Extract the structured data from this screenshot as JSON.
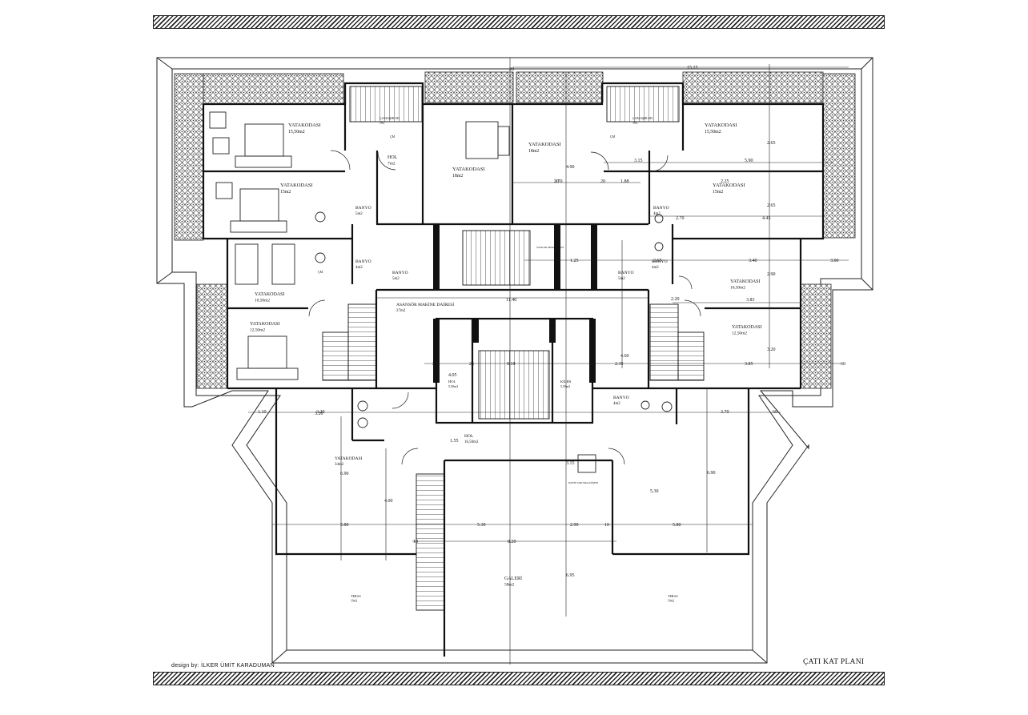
{
  "drawing": {
    "credit_prefix": "design by:",
    "credit_name": "İLKER ÜMİT KARADUMAN",
    "title": "ÇATI KAT PLANI"
  },
  "rooms": [
    {
      "id": "bed-nw1",
      "name": "YATAKODASI",
      "area": "15,50m2"
    },
    {
      "id": "bed-nw2",
      "name": "YATAKODASI",
      "area": "15m2"
    },
    {
      "id": "camasir-w",
      "name": "ÇAMAŞIR OD.",
      "area": "3m2"
    },
    {
      "id": "hol-n",
      "name": "HOL",
      "area": "7m2"
    },
    {
      "id": "bed-n1",
      "name": "YATAKODASI",
      "area": "18m2"
    },
    {
      "id": "bed-n2",
      "name": "YATAKODASI",
      "area": "18m2"
    },
    {
      "id": "camasir-e",
      "name": "ÇAMAŞIR OD.",
      "area": "3m2"
    },
    {
      "id": "bed-ne1",
      "name": "YATAKODASI",
      "area": "15,50m2"
    },
    {
      "id": "bed-ne2",
      "name": "YATAKODASI",
      "area": "15m2"
    },
    {
      "id": "banyo-w1",
      "name": "BANYO",
      "area": "5m2"
    },
    {
      "id": "banyo-w2",
      "name": "BANYO",
      "area": "4m2"
    },
    {
      "id": "banyo-c1",
      "name": "BANYO",
      "area": "5m2"
    },
    {
      "id": "yangin",
      "name": "YANGIN MERDİVENİ",
      "area": ""
    },
    {
      "id": "banyo-c2",
      "name": "BANYO",
      "area": "5m2"
    },
    {
      "id": "banyo-e1",
      "name": "BANYO",
      "area": "4m2"
    },
    {
      "id": "banyo-e2",
      "name": "BANYO",
      "area": "4m2"
    },
    {
      "id": "bed-w1",
      "name": "YATAKODASI",
      "area": "10,50m2"
    },
    {
      "id": "asansor",
      "name": "ASANSÖR MAKİNE DAİRESİ",
      "area": "27m2"
    },
    {
      "id": "bed-e1",
      "name": "YATAKODASI",
      "area": "16,50m2"
    },
    {
      "id": "bed-w2",
      "name": "YATAKODASI",
      "area": "12,50m2"
    },
    {
      "id": "bed-e2",
      "name": "YATAKODASI",
      "area": "12,50m2"
    },
    {
      "id": "hol-w",
      "name": "HOL",
      "area": "5,50m2"
    },
    {
      "id": "kiler",
      "name": "KİLER",
      "area": "5,50m2"
    },
    {
      "id": "banyo-s",
      "name": "BANYO",
      "area": "4m2"
    },
    {
      "id": "hol-s",
      "name": "HOL",
      "area": "16,50m2"
    },
    {
      "id": "bed-sw",
      "name": "YATAKODASI",
      "area": "34m2"
    },
    {
      "id": "keyif",
      "name": "KEYİF OKUMA KÖŞESİ",
      "area": ""
    },
    {
      "id": "galeri",
      "name": "GALERİ",
      "area": "58m2"
    },
    {
      "id": "teras-w",
      "name": "TERAS",
      "area": "19m2"
    },
    {
      "id": "teras-e",
      "name": "TERAS",
      "area": "19m2"
    }
  ],
  "small_labels": [
    "ÇM",
    "ÇM",
    "ÇM"
  ],
  "dimensions": [
    "15.15",
    "3.15",
    "5.90",
    "3.70",
    "2.25",
    "4.45",
    "2.70",
    "1.88",
    "1.25",
    "2.65",
    "3.40",
    "3.00",
    "11.40",
    "2.20",
    "3.83",
    "4.05",
    "4.60",
    "0.10",
    "2.35",
    "3.85",
    "3.20",
    "1.10",
    "3.20",
    "3.70",
    "5.80",
    "5.30",
    "2.90",
    "5.80",
    "8.20",
    "6.90",
    "6.90",
    "4.00",
    "5.30",
    "3.15",
    "6.95",
    "20",
    "20",
    "20",
    "25",
    "25",
    "10",
    "10",
    "60",
    "60",
    "1.55",
    "2.90",
    "4.90",
    "2.65",
    "2.65",
    "3.20"
  ]
}
